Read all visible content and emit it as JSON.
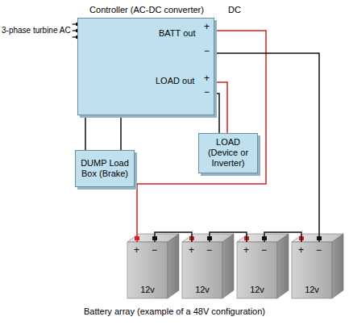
{
  "diagram": {
    "caption": "Battery array (example of a 48V configuration)",
    "nodes": [
      {
        "text": [
          "Controller (AC-DC converter)",
          "BATT out",
          "LOAD out"
        ]
      },
      {
        "text": [
          "DUMP Load Box (Brake)"
        ]
      },
      {
        "text": [
          "LOAD (Device or Inverter)"
        ]
      },
      {
        "text": [
          "12v"
        ]
      },
      {
        "text": [
          "12v"
        ]
      },
      {
        "text": [
          "12v"
        ]
      },
      {
        "text": [
          "12v"
        ]
      }
    ],
    "edges": [
      {
        "from": 0,
        "to": 1,
        "arrow": "none"
      },
      {
        "from": 0,
        "to": 1,
        "arrow": "none"
      },
      {
        "from": 0,
        "to": 2,
        "arrow": "none"
      },
      {
        "from": 0,
        "to": 2,
        "arrow": "none"
      },
      {
        "from": 0,
        "to": 3,
        "arrow": "none"
      },
      {
        "from": 0,
        "to": 6,
        "arrow": "none"
      },
      {
        "from": 3,
        "to": 4,
        "arrow": "none"
      },
      {
        "from": 4,
        "to": 5,
        "arrow": "none"
      },
      {
        "from": 5,
        "to": 6,
        "arrow": "none"
      }
    ],
    "labels": [
      "3-phase turbine AC",
      "DC",
      "+",
      "−",
      "+",
      "−",
      "+",
      "−",
      "+",
      "−",
      "+",
      "−",
      "+",
      "−"
    ]
  }
}
